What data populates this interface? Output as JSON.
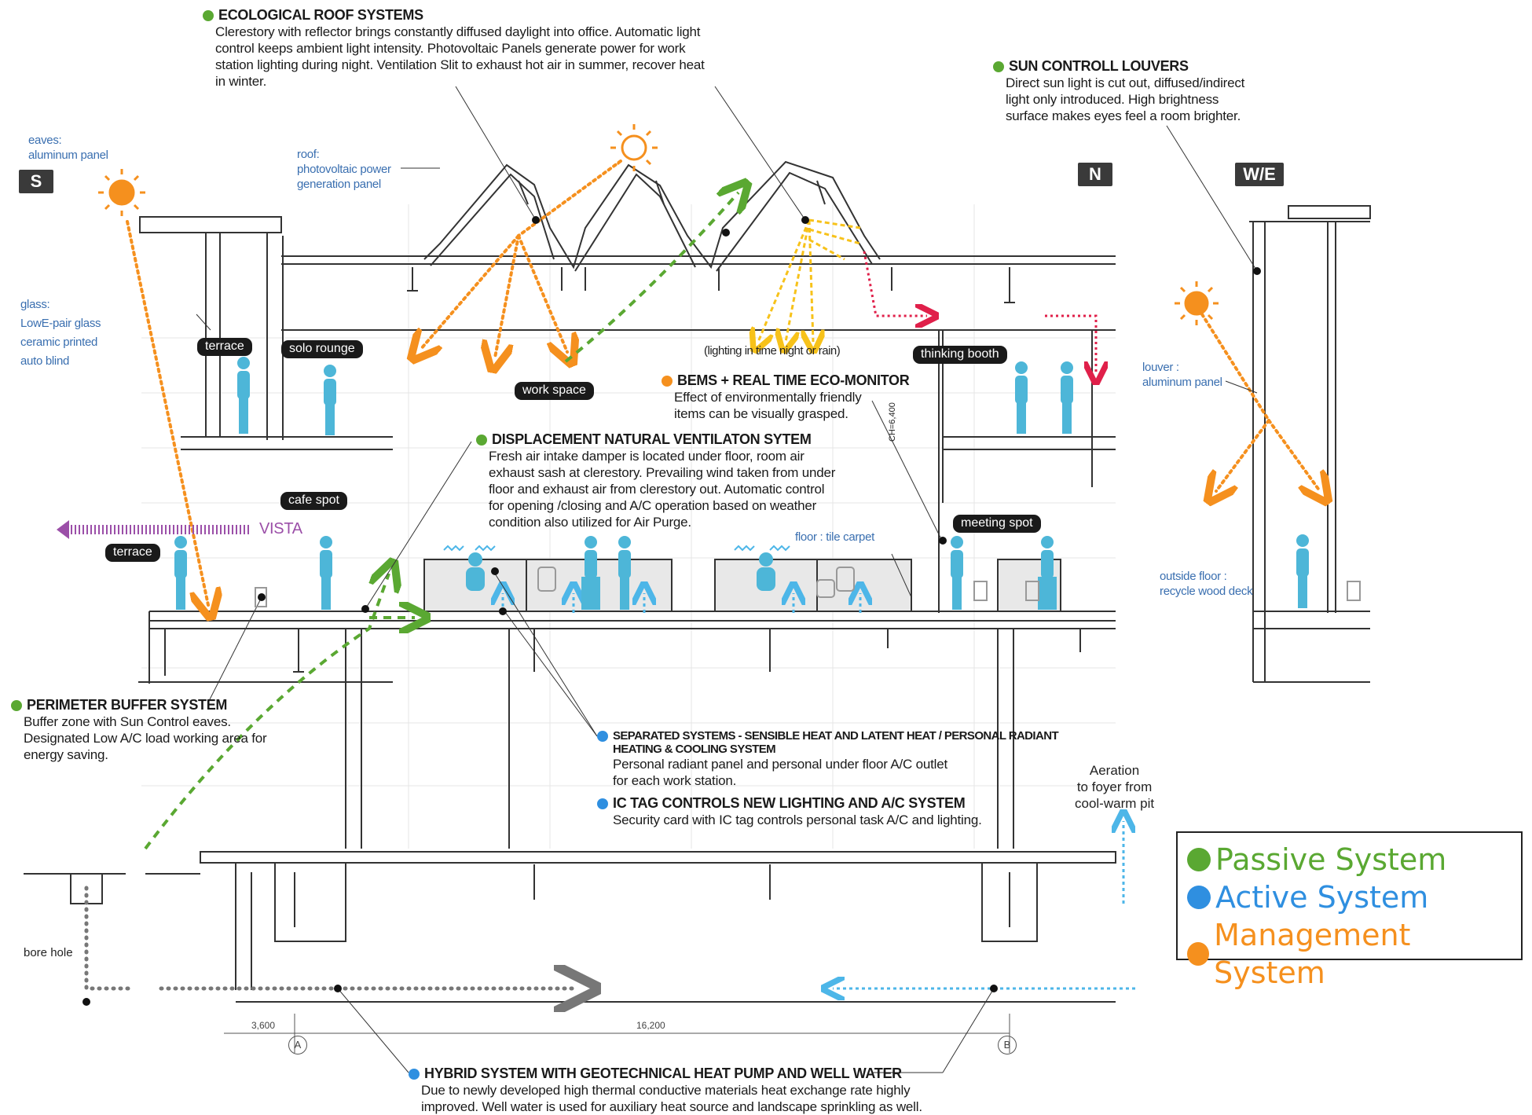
{
  "colors": {
    "passive": "#5aa832",
    "active": "#2f8fe0",
    "management": "#f5901e",
    "sun": "#f5901e",
    "figure": "#4db6d8",
    "tag_bg": "#1a1a1a",
    "note_blue": "#3a6fb0",
    "vista": "#9b4fa8",
    "red_arrow": "#e0204a",
    "yellow_light": "#f7c21a"
  },
  "orientation": {
    "south": "S",
    "north": "N",
    "west_east": "W/E"
  },
  "annotations": {
    "ecological_roof": {
      "title": "ECOLOGICAL ROOF SYSTEMS",
      "system": "passive",
      "lines": [
        "Clerestory with reflector brings constantly diffused daylight into office. Automatic light",
        "control keeps ambient light intensity.  Photovoltaic Panels generate power for work",
        "station lighting during night. Ventilation Slit to exhaust hot air in summer, recover heat",
        "in winter."
      ]
    },
    "sun_louvers": {
      "title": "SUN CONTROLL LOUVERS",
      "system": "passive",
      "lines": [
        "Direct sun light is cut out, diffused/indirect",
        "light only introduced. High brightness",
        "surface makes eyes feel a room brighter."
      ]
    },
    "bems": {
      "title": "BEMS + REAL TIME ECO-MONITOR",
      "system": "management",
      "lines": [
        "Effect of environmentally friendly",
        "items can be visually grasped."
      ]
    },
    "displacement": {
      "title": "DISPLACEMENT NATURAL VENTILATON SYTEM",
      "system": "passive",
      "lines": [
        "Fresh air intake damper is located under floor, room air",
        "exhaust sash at clerestory.  Prevailing wind taken from under",
        "floor and exhaust air from clerestory out.  Automatic control",
        "for opening /closing and A/C operation based on weather",
        "condition also utilized for Air Purge."
      ]
    },
    "perimeter": {
      "title": "PERIMETER BUFFER SYSTEM",
      "system": "passive",
      "lines": [
        "Buffer zone with Sun Control eaves.",
        "Designated Low A/C load working area for",
        "energy saving."
      ]
    },
    "separated": {
      "title_line1": "SEPARATED SYSTEMS - SENSIBLE HEAT AND LATENT HEAT / PERSONAL RADIANT",
      "title_line2": "HEATING & COOLING SYSTEM",
      "system": "active",
      "lines": [
        "Personal radiant panel and personal under floor A/C outlet",
        "for each work station."
      ]
    },
    "ic_tag": {
      "title": "IC TAG CONTROLS NEW LIGHTING AND A/C SYSTEM",
      "system": "active",
      "lines": [
        "Security card with IC tag controls personal task A/C and lighting."
      ]
    },
    "hybrid": {
      "title": "HYBRID SYSTEM WITH GEOTECHNICAL HEAT PUMP AND WELL WATER",
      "system": "active",
      "lines": [
        "Due to newly developed high thermal conductive materials heat exchange rate highly",
        "improved. Well water is used for auxiliary heat source and landscape sprinkling as well."
      ]
    }
  },
  "space_tags": {
    "terrace_upper": "terrace",
    "solo_rounge": "solo rounge",
    "work_space": "work space",
    "thinking_booth": "thinking booth",
    "cafe_spot": "cafe spot",
    "terrace_lower": "terrace",
    "meeting_spot": "meeting spot"
  },
  "material_notes": {
    "eaves": [
      "eaves:",
      "aluminum panel"
    ],
    "roof": [
      "roof:",
      "photovoltaic power",
      "generation panel"
    ],
    "glass": [
      "glass:",
      "LowE-pair glass",
      "ceramic printed",
      "auto blind"
    ],
    "louver": [
      "louver :",
      "aluminum panel"
    ],
    "floor": "floor : tile carpet",
    "outside_floor": [
      "outside floor :",
      "recycle wood deck"
    ]
  },
  "misc_labels": {
    "vista": "VISTA",
    "lighting_note": "(lighting in time night or rain)",
    "ch": "CH=6,400",
    "bore_hole": "bore hole",
    "aeration": [
      "Aeration",
      "to foyer from",
      "cool-warm pit"
    ]
  },
  "dimensions": {
    "left_span": "3,600",
    "main_span": "16,200",
    "grid_a": "A",
    "grid_b": "B"
  },
  "legend": {
    "items": [
      {
        "label": "Passive System",
        "color": "#5aa832"
      },
      {
        "label": "Active System",
        "color": "#2f8fe0"
      },
      {
        "label": "Management System",
        "color": "#f5901e"
      }
    ]
  }
}
